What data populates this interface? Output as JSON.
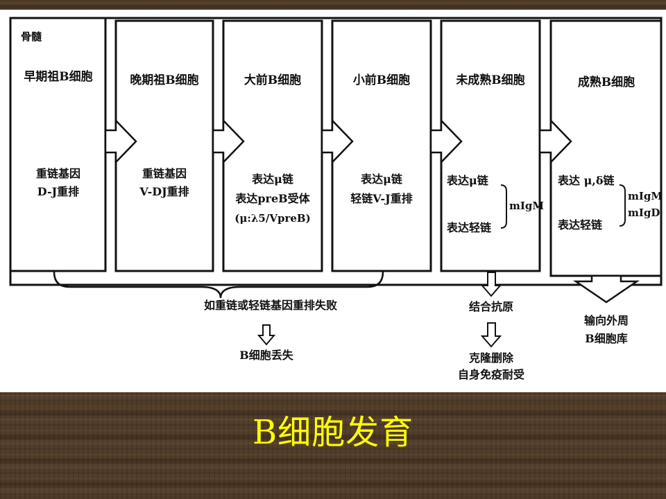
{
  "diagram": {
    "region_label": "骨髓",
    "stages": [
      {
        "name": "早期祖B细胞",
        "events": [
          "重链基因",
          "D-J重排"
        ]
      },
      {
        "name": "晚期祖B细胞",
        "events": [
          "重链基因",
          "V-DJ重排"
        ]
      },
      {
        "name": "大前B细胞",
        "events": [
          "表达μ链",
          "表达preB受体",
          "(μ:λ5/VpreB)"
        ]
      },
      {
        "name": "小前B细胞",
        "events": [
          "表达μ链",
          "轻链V-J重排"
        ]
      },
      {
        "name": "未成熟B细胞",
        "events": [
          "表达μ链",
          "表达轻链"
        ],
        "bracket_label": "mIgM"
      },
      {
        "name": "成熟B细胞",
        "events": [
          "表达 μ,δ链",
          "表达轻链"
        ],
        "bracket_labels": [
          "mIgM",
          "mIgD"
        ]
      }
    ],
    "failure_path": {
      "condition": "如重链或轻链基因重排失败",
      "outcome": "B细胞丢失"
    },
    "antigen_path": {
      "trigger": "结合抗原",
      "outcome_lines": [
        "克隆删除",
        "自身免疫耐受"
      ]
    },
    "export_path": {
      "lines": [
        "输向外周",
        "B细胞库"
      ]
    }
  },
  "slide_title": "B细胞发育",
  "colors": {
    "title": "#ffff00",
    "panel": "#ffffff",
    "line": "#111111"
  }
}
